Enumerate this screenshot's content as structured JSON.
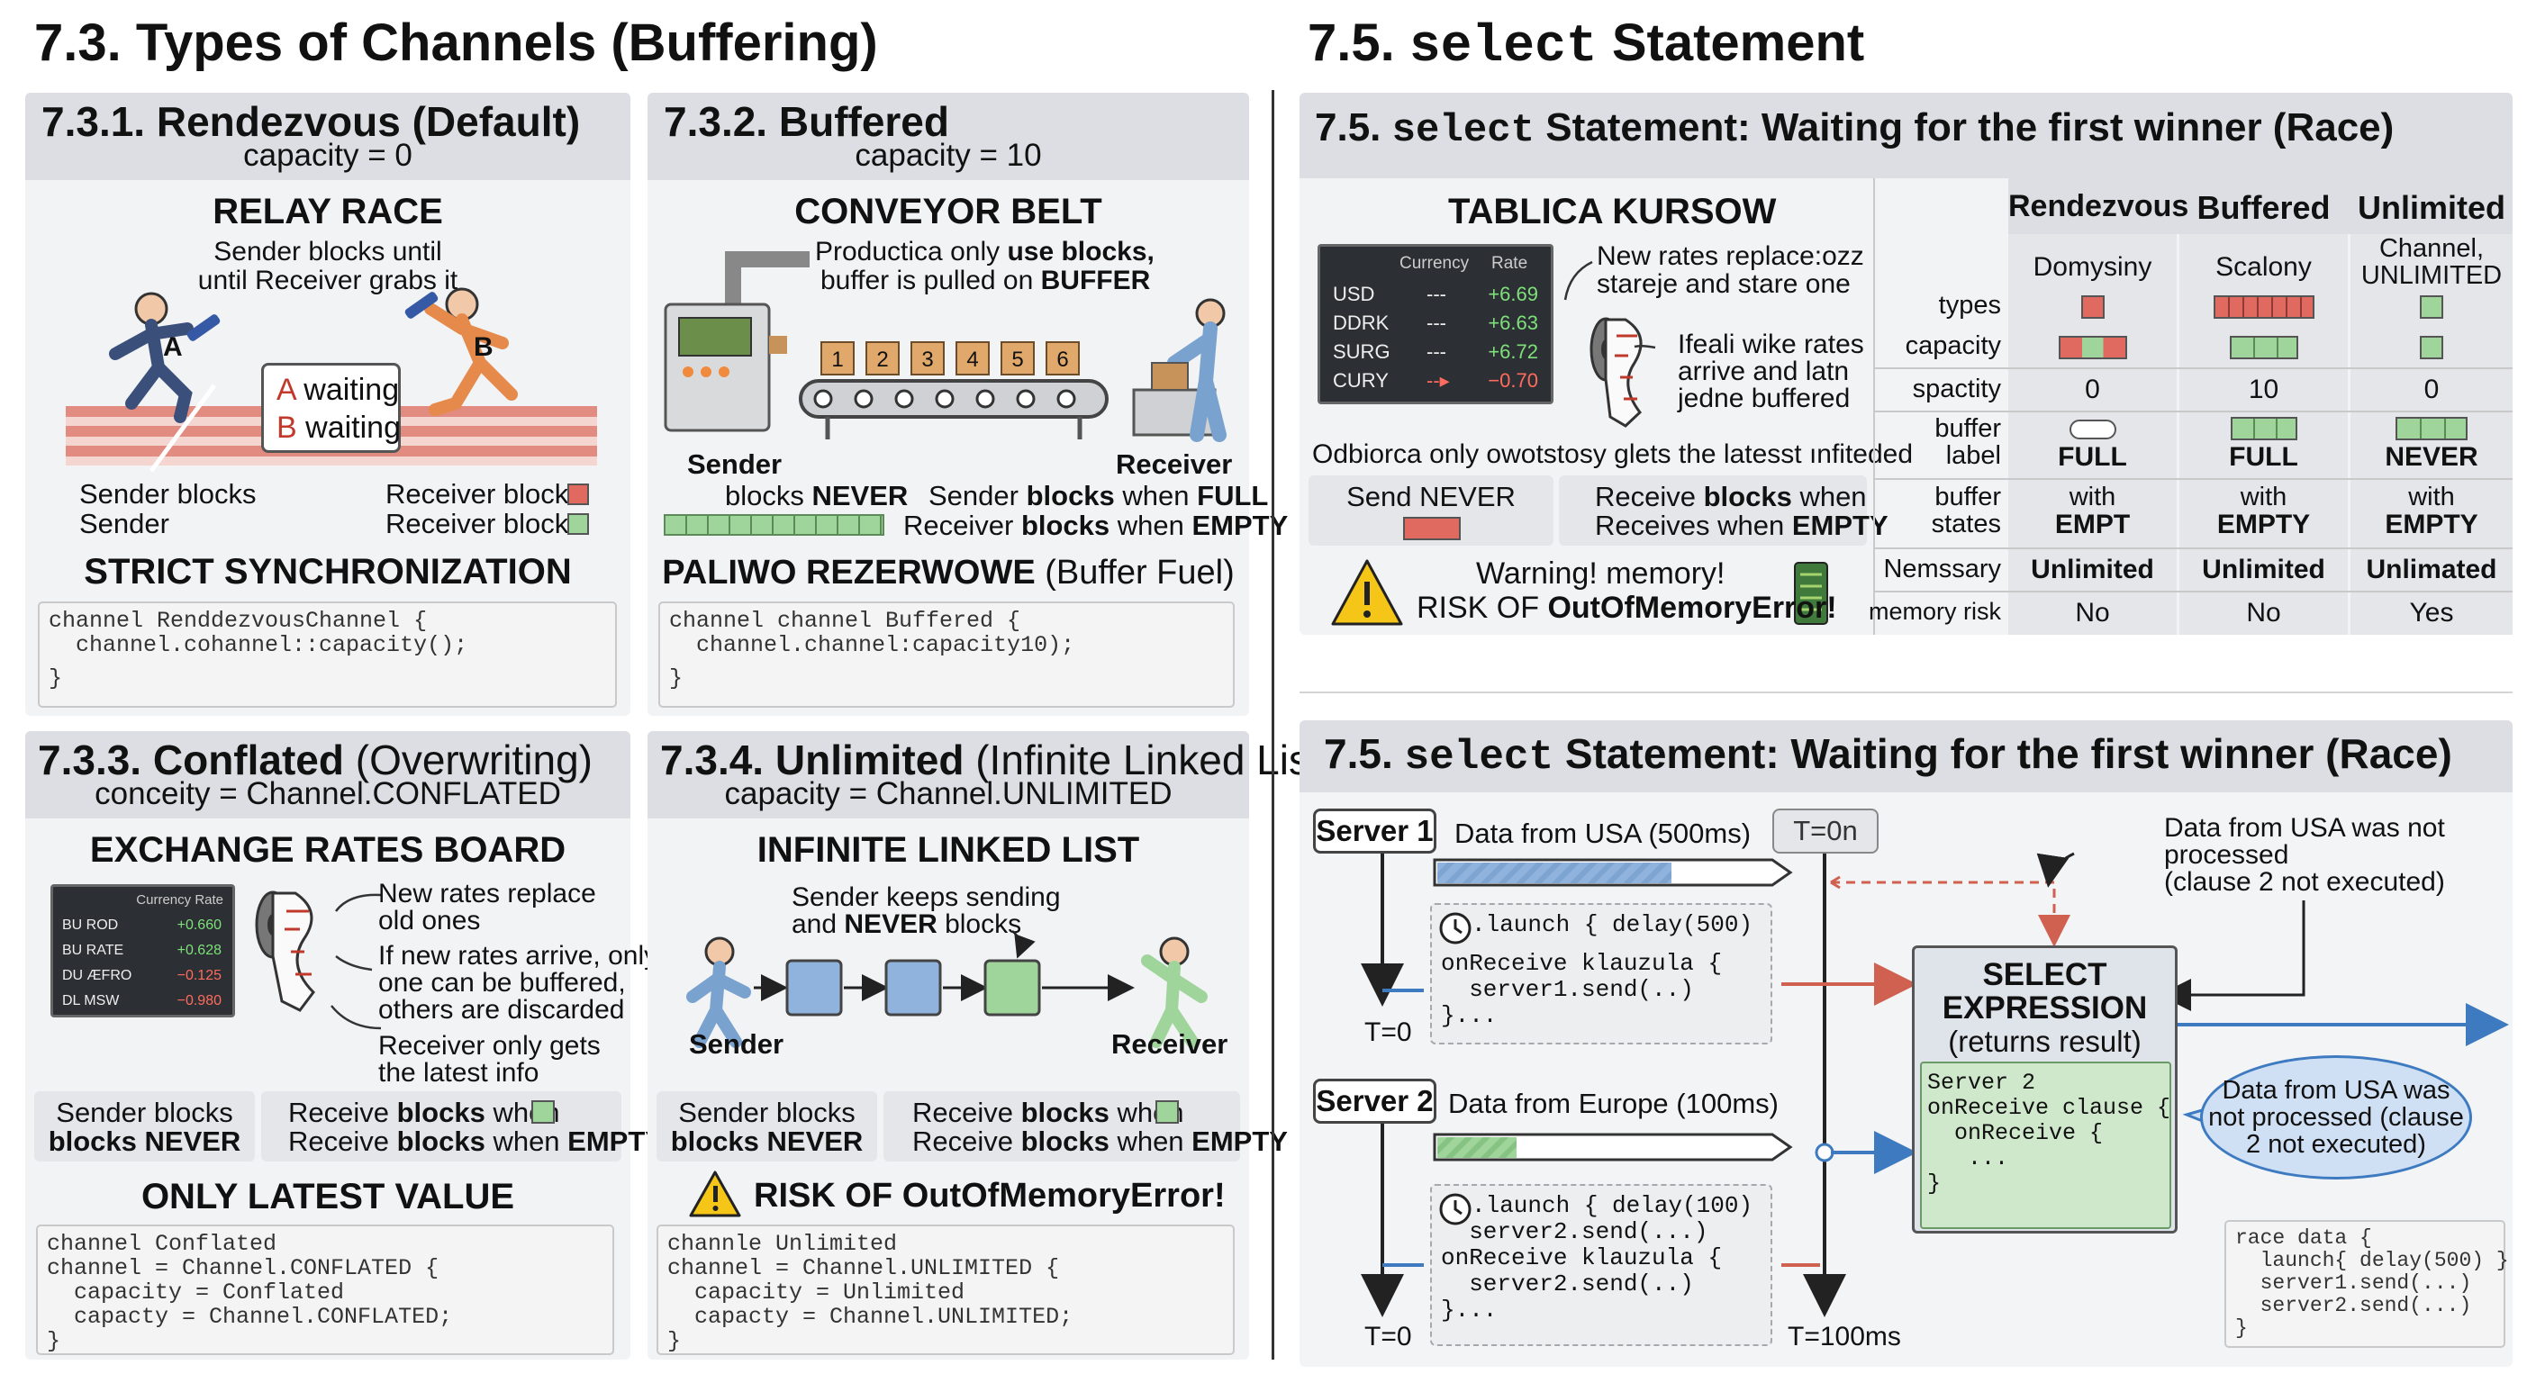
{
  "colors": {
    "red": "#e06a5f",
    "green": "#9fd49b",
    "blue": "#8fb3dd",
    "panel": "#f2f3f5",
    "header": "#dcdee3",
    "board": "#2c2f33"
  },
  "left": {
    "title": "7.3. Types of Channels (Buffering)",
    "c1": {
      "title": "7.3.1. Rendezvous (Default)",
      "sub": "capacity = 0",
      "heading": "RELAY RACE",
      "note1": "Sender blocks until",
      "note2": "until Receiver grabs it",
      "badgeA": "A",
      "badgeAtxt": "waiting",
      "badgeB": "B",
      "badgeBtxt": "waiting",
      "runnerA": "A",
      "runnerB": "B",
      "l1": "Sender blocks",
      "l2": "Sender",
      "r1": "Receiver blocks",
      "r2": "Receiver blocks",
      "footer": "STRICT SYNCHRONIZATION",
      "code": [
        "channel RenddezvousChannel {",
        "  channel.cohannel::capacity();",
        "}"
      ]
    },
    "c2": {
      "title": "7.3.2. Buffered",
      "sub": "capacity = 10",
      "heading": "CONVEYOR BELT",
      "note1a": "Productica only ",
      "note1b": "use blocks,",
      "note2a": "buffer is pulled on ",
      "note2b": "BUFFER",
      "boxes": [
        "1",
        "2",
        "3",
        "4",
        "5",
        "6"
      ],
      "sender": "Sender",
      "receiver": "Receiver",
      "s2a": "blocks ",
      "s2b": "NEVER",
      "r1a": "Sender ",
      "r1b": "blocks ",
      "r1c": "when ",
      "r1d": "FULL",
      "r2a": "Receiver ",
      "r2b": "blocks ",
      "r2c": "when ",
      "r2d": "EMPTY",
      "footer1": "PALIWO REZERWOWE",
      "footer2": " (Buffer Fuel)",
      "code": [
        "channel channel Buffered {",
        "  channel.channel:capacity10);",
        "}"
      ]
    },
    "c3": {
      "title1": "7.3.3. Conflated",
      "title2": " (Overwriting)",
      "sub": "conceity = Channel.CONFLATED",
      "heading": "EXCHANGE RATES BOARD",
      "boardHeader": "Currency Rate",
      "board": [
        {
          "n": "BU ROD",
          "v": "+0.660"
        },
        {
          "n": "BU RATE",
          "v": "+0.628"
        },
        {
          "n": "DU ÆFRO",
          "v": "−0.125"
        },
        {
          "n": "DL MSW",
          "v": "−0.980"
        }
      ],
      "n1": "New rates replace",
      "n2": "old ones",
      "n3": "If new rates arrive, only",
      "n4": "one can be buffered,",
      "n5": "others are discarded",
      "n6": "Receiver only gets",
      "n7": "the latest info",
      "bl1": "Sender blocks",
      "bl2": "blocks NEVER",
      "br1a": "Receive ",
      "br1b": "blocks ",
      "br1c": "when",
      "br2a": "Receive ",
      "br2b": "blocks ",
      "br2c": "when ",
      "br2d": "EMPTY",
      "footer": "ONLY LATEST VALUE",
      "code": [
        "channel Conflated",
        "channel = Channel.CONFLATED {",
        "  capacity = Conflated",
        "  capacty = Channel.CONFLATED;",
        "}"
      ]
    },
    "c4": {
      "title1": "7.3.4. Unlimited",
      "title2": " (Infinite Linked List)",
      "sub": "capacity = Channel.UNLIMITED",
      "heading": "INFINITE LINKED LIST",
      "n1": "Sender keeps sending",
      "n2a": "and ",
      "n2b": "NEVER",
      "n2c": " blocks",
      "sender": "Sender",
      "receiver": "Receiver",
      "bl1": "Sender blocks",
      "bl2": "blocks NEVER",
      "br1a": "Receive ",
      "br1b": "blocks ",
      "br1c": "when",
      "br2a": "Receive ",
      "br2b": "blocks ",
      "br2c": "when ",
      "br2d": "EMPTY",
      "footer1": "RISK OF ",
      "footer2": "OutOfMemoryError!",
      "code": [
        "channle Unlimited",
        "channel = Channel.UNLIMITED {",
        "  capacity = Unlimited",
        "  capacty = Channel.UNLIMITED;",
        "}"
      ]
    }
  },
  "right": {
    "title1": "7.5. ",
    "title2": "select",
    "title3": " Statement",
    "p1": {
      "title1": "7.5. ",
      "title2": "select",
      "title3": " Statement: Waiting for the first winner (Race)",
      "heading": "TABLICA KURSOW",
      "boardCols": [
        "Currency",
        "Rate"
      ],
      "board": [
        {
          "n": "USD",
          "d": "---",
          "v": "+6.69"
        },
        {
          "n": "DDRK",
          "d": "---",
          "v": "+6.63"
        },
        {
          "n": "SURG",
          "d": "---",
          "v": "+6.72"
        },
        {
          "n": "CURY",
          "d": "--▸",
          "v": "−0.70"
        }
      ],
      "n1": "New rates replace:ozz",
      "n2": "stareje and stare one",
      "n3": "Ifeali wike rates",
      "n4": "arrive and latn",
      "n5": "jedne buffered",
      "odb": "Odbiorca only owotstosy glets the latesst ınfiteded",
      "send": "Send NEVER",
      "recv1a": "Receive ",
      "recv1b": "blocks ",
      "recv1c": "when",
      "recv2a": "Receives ",
      "recv2b": "when ",
      "recv2c": "EMPTY",
      "warn1": "Warning! memory!",
      "warn2a": "RISK OF ",
      "warn2b": "OutOfMemoryError!",
      "table": {
        "cols": [
          "Rendezvous",
          "Buffered",
          "Unlimited"
        ],
        "descRow": [
          [
            "Domysiny"
          ],
          [
            "Scalony"
          ],
          [
            "Channel,",
            "UNLIMITED"
          ]
        ],
        "rows": [
          {
            "label": [
              "types"
            ]
          },
          {
            "label": [
              "capacity"
            ]
          },
          {
            "label": [
              "spactity"
            ],
            "vals": [
              "0",
              "10",
              "0"
            ]
          },
          {
            "label": [
              "buffer",
              "label"
            ],
            "vals": [
              "FULL",
              "FULL",
              "NEVER"
            ]
          },
          {
            "label": [
              "buffer",
              "states"
            ],
            "vals2": [
              [
                "with",
                "EMPT"
              ],
              [
                "with",
                "EMPTY"
              ],
              [
                "with",
                "EMPTY"
              ]
            ]
          },
          {
            "label": [
              "Nemssary"
            ],
            "vals": [
              "Unlimited",
              "Unlimited",
              "Unlimated"
            ]
          },
          {
            "label": [
              "memory risk"
            ],
            "vals": [
              "No",
              "No",
              "Yes"
            ]
          }
        ]
      }
    },
    "p2": {
      "title1": "7.5. ",
      "title2": "select",
      "title3": " Statement: Waiting for the first winner (Race)",
      "server1": "Server 1",
      "server2": "Server 2",
      "d1": "Data from USA (500ms)",
      "d2": "Data from Europe (100ms)",
      "t0": "T=0n",
      "t1": "T=0",
      "t2": "T=0",
      "t3": "T=100ms",
      "note1": "Data from USA was not",
      "note2": "processed",
      "note3": "(clause 2 not executed)",
      "code1": [
        ".launch { delay(500)",
        "",
        "onReceive klauzula {",
        "  server1.send(..)",
        "}..."
      ],
      "code2": [
        ".launch { delay(100)",
        "  server2.send(...)",
        "onReceive klauzula {",
        "  server2.send(..)",
        "}..."
      ],
      "sel1": "SELECT",
      "sel2": "EXPRESSION",
      "sel3": "(returns result)",
      "selCode": [
        "Server 2",
        "onReceive clause {",
        "  onReceive {",
        "   ...",
        "}"
      ],
      "bub1": "Data from USA was",
      "bub2": "not processed (clause",
      "bub3": "2 not executed)",
      "race": [
        "race data {",
        "  launch{ delay(500) }",
        "  server1.send(...)",
        "  server2.send(...)",
        "}"
      ]
    }
  }
}
